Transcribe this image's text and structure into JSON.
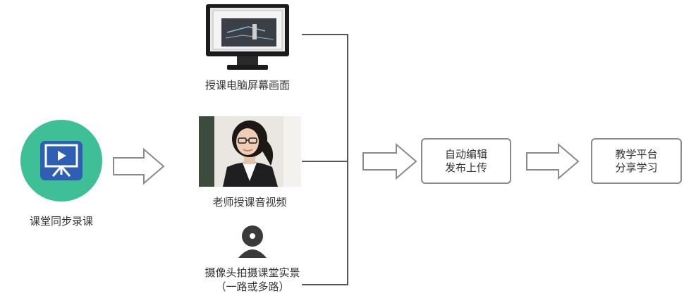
{
  "source": {
    "label": "课堂同步录课",
    "icon": "presentation-screen-icon"
  },
  "inputs": [
    {
      "label": "授课电脑屏幕画面",
      "icon": "computer-monitor-icon"
    },
    {
      "label": "老师授课音视频",
      "icon": "teacher-photo"
    },
    {
      "label_line1": "摄像头拍摄课堂实景",
      "label_line2": "（一路或多路）",
      "icon": "camera-person-icon"
    }
  ],
  "process": {
    "line1": "自动编辑",
    "line2": "发布上传"
  },
  "output": {
    "line1": "教学平台",
    "line2": "分享学习"
  },
  "colors": {
    "accent_green": "#3fbf95",
    "icon_blue": "#2f5fb5",
    "line_gray": "#555555",
    "arrow_gray": "#8a8a8a"
  }
}
